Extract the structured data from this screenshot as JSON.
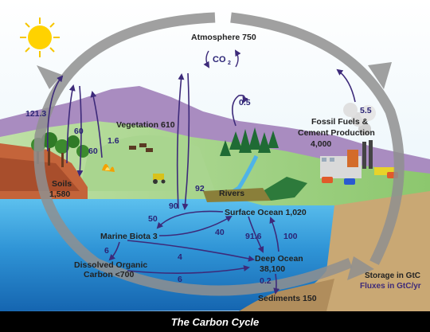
{
  "caption": "The Carbon Cycle",
  "labels": {
    "atmosphere": "Atmosphere 750",
    "co2": "CO",
    "co2_sub": "2",
    "vegetation": "Vegetation 610",
    "fossil_line1": "Fossil Fuels &",
    "fossil_line2": "Cement Production",
    "fossil_line3": "4,000",
    "soils_line1": "Soils",
    "soils_line2": "1,580",
    "rivers": "Rivers",
    "surface_ocean": "Surface Ocean 1,020",
    "marine_biota": "Marine Biota 3",
    "doc_line1": "Dissolved Organic",
    "doc_line2": "Carbon <700",
    "deep_ocean_line1": "Deep Ocean",
    "deep_ocean_line2": "38,100",
    "sediments": "Sediments 150",
    "legend_storage": "Storage in GtC",
    "legend_flux": "Fluxes in GtC/yr"
  },
  "fluxes": {
    "f_121_3": "121.3",
    "f_60_a": "60",
    "f_60_b": "60",
    "f_1_6": "1.6",
    "f_0_5": "0.5",
    "f_5_5": "5.5",
    "f_92": "92",
    "f_90": "90",
    "f_50": "50",
    "f_40": "40",
    "f_91_6": "91.6",
    "f_100": "100",
    "f_6_a": "6",
    "f_4": "4",
    "f_6_b": "6",
    "f_0_2": "0.2"
  },
  "colors": {
    "sky": "#e9f5fb",
    "mountain": "#a98cc0",
    "land": "#9ac97d",
    "ocean_surface": "#4fb3e8",
    "deep_ocean": "#1d79c4",
    "sediment": "#c9a874",
    "cycle_arrow": "#8a8a8a",
    "flux_arrow": "#3d2a7a",
    "caption_bg": "#000000"
  }
}
